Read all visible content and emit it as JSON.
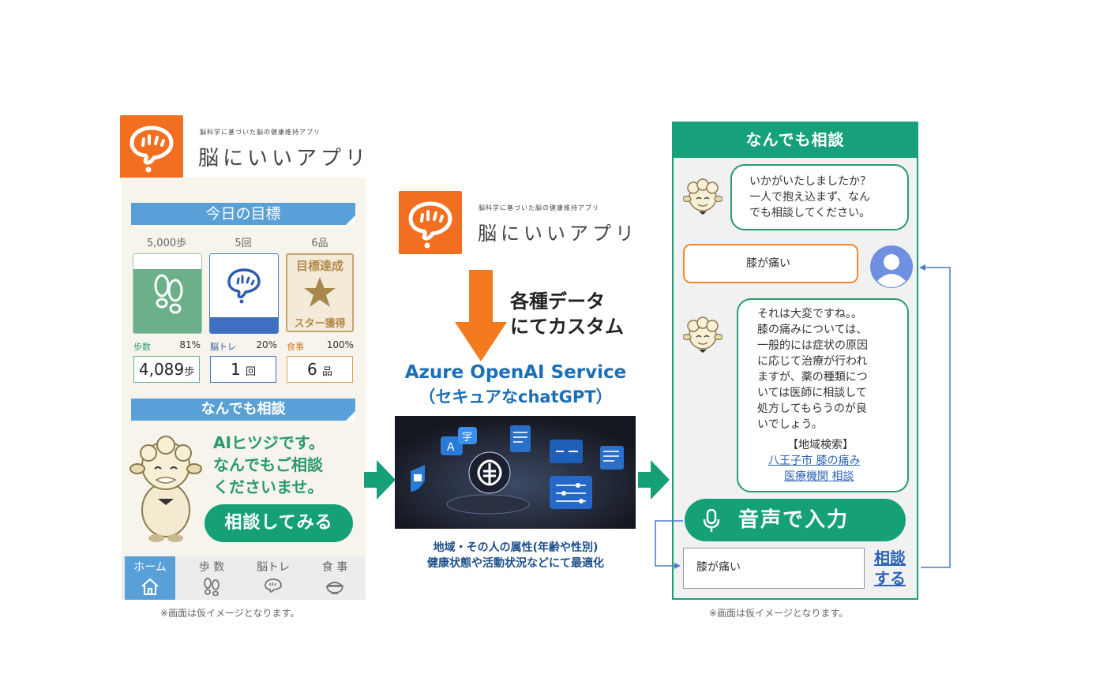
{
  "logo": {
    "tagline": "脳科学に基づいた脳の健康維持アプリ",
    "name": "脳にいいアプリ"
  },
  "left_app": {
    "goal_banner": "今日の目標",
    "goals": [
      {
        "target": "5,000歩",
        "label": "歩数",
        "percent": "81%",
        "count": "4,089",
        "unit": "歩",
        "progress": 0.81
      },
      {
        "target": "5回",
        "label": "脳トレ",
        "percent": "20%",
        "count": "1",
        "unit": "回",
        "progress": 0.2
      },
      {
        "target": "6品",
        "label": "食事",
        "percent": "100%",
        "count": "6",
        "unit": "品",
        "progress": 1.0
      }
    ],
    "achieved_top": "目標達成",
    "achieved_bottom": "スター獲得",
    "consult_banner": "なんでも相談",
    "ai_lines": [
      "AIヒツジです。",
      "なんでもご相談",
      "くださいませ。"
    ],
    "try_button": "相談してみる",
    "tabs": [
      "ホーム",
      "歩 数",
      "脳トレ",
      "食 事"
    ]
  },
  "middle": {
    "custom_lines": [
      "各種データ",
      "にてカスタム"
    ],
    "service_title": "Azure OpenAI Service",
    "service_sub": "（セキュアなchatGPT）",
    "desc_lines": [
      "地域・その人の属性(年齢や性別)",
      "健康状態や活動状況などにて最適化"
    ]
  },
  "right_app": {
    "header": "なんでも相談",
    "msg1": [
      "いかがいたしましたか？",
      "一人で抱え込まず、なん",
      "でも相談してください。"
    ],
    "user_msg": "膝が痛い",
    "msg2": [
      "それは大変ですね。。",
      "膝の痛みについては、",
      "一般的には症状の原因",
      "に応じて治療が行われ",
      "ますが、薬の種類につ",
      "いては医師に相談して",
      "処方してもらうのが良",
      "いでしょう。"
    ],
    "search_label": "【地域検索】",
    "search_link1": "八王子市 膝の痛み",
    "search_link2": "医療機関 相談",
    "voice_button": "音声で入力",
    "input_value": "膝が痛い",
    "send_lines": [
      "相談",
      "する"
    ]
  },
  "notes": {
    "left": "※画面は仮イメージとなります。",
    "right": "※画面は仮イメージとなります。"
  },
  "colors": {
    "orange": "#f26f21",
    "green": "#17a17a",
    "blue": "#5aa0d8",
    "link": "#2e63b5"
  }
}
